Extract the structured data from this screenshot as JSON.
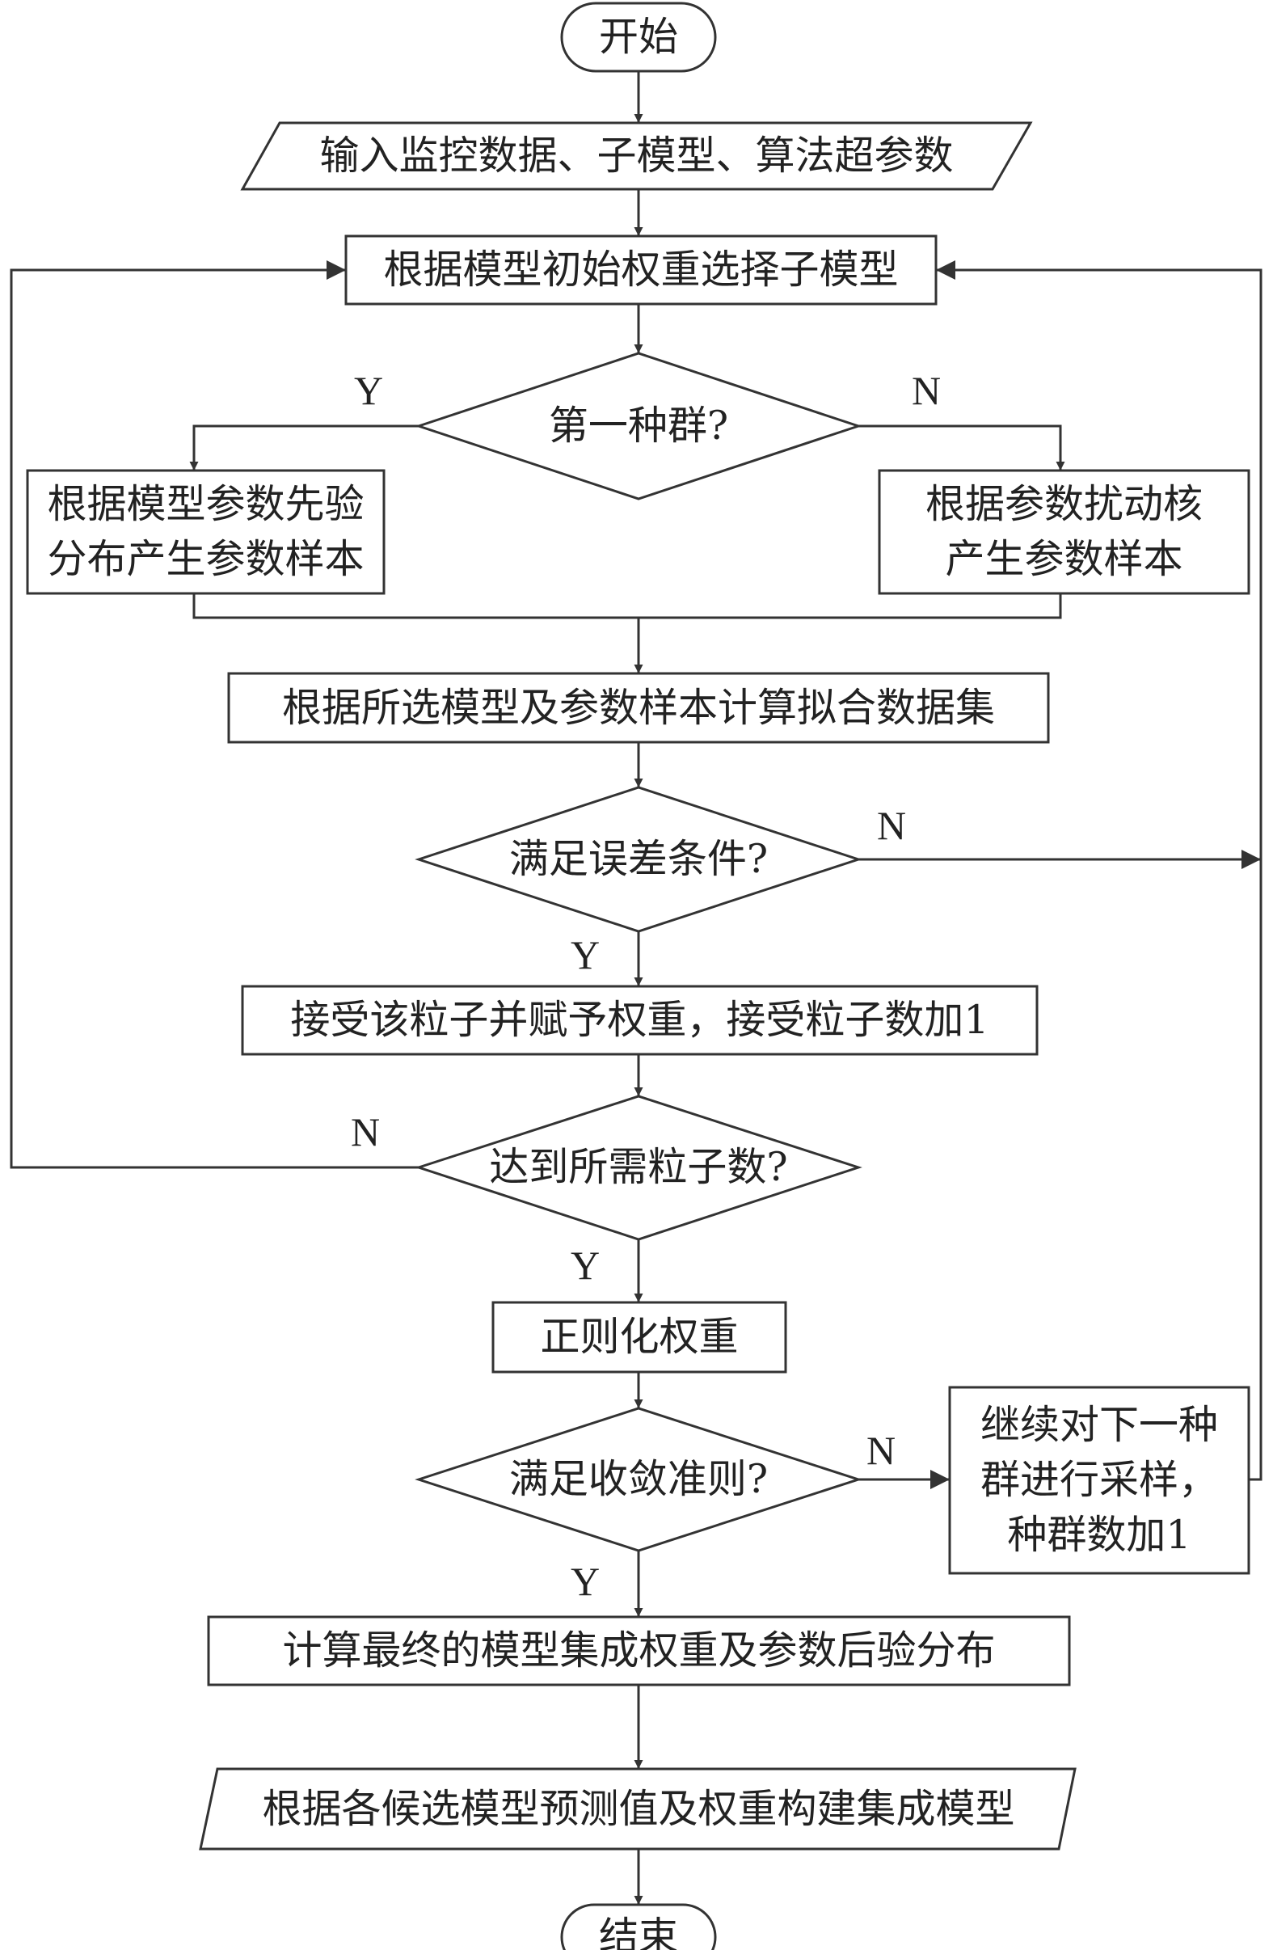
{
  "nodes": {
    "start": "开始",
    "input": "输入监控数据、子模型、算法超参数",
    "select_model": "根据模型初始权重选择子模型",
    "first_pop": "第一种群?",
    "prior_sample_line1": "根据模型参数先验",
    "prior_sample_line2": "分布产生参数样本",
    "kernel_sample_line1": "根据参数扰动核",
    "kernel_sample_line2": "产生参数样本",
    "compute_fit": "根据所选模型及参数样本计算拟合数据集",
    "error_cond": "满足误差条件?",
    "accept": "接受该粒子并赋予权重，接受粒子数加1",
    "enough_particles": "达到所需粒子数?",
    "normalize": "正则化权重",
    "convergence": "满足收敛准则?",
    "next_pop_line1": "继续对下一种",
    "next_pop_line2": "群进行采样，",
    "next_pop_line3": "种群数加1",
    "final_weights": "计算最终的模型集成权重及参数后验分布",
    "build_ensemble": "根据各候选模型预测值及权重构建集成模型",
    "end": "结束"
  },
  "branch_labels": {
    "first_pop_yes": "Y",
    "first_pop_no": "N",
    "error_no": "N",
    "error_yes": "Y",
    "particles_no": "N",
    "particles_yes": "Y",
    "convergence_no": "N",
    "convergence_yes": "Y"
  },
  "colors": {
    "stroke": "#333333",
    "text": "#222222",
    "background": "#ffffff"
  }
}
